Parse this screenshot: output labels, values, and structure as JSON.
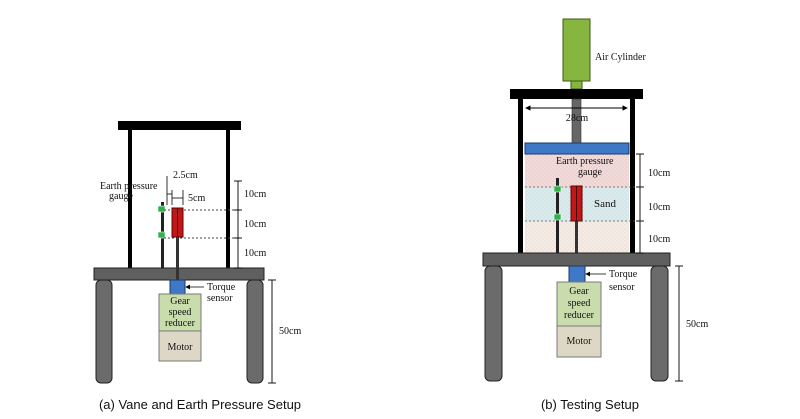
{
  "diagram_a": {
    "caption": "(a) Vane and Earth Pressure Setup",
    "earth_pressure_label_1": "Earth pressure",
    "earth_pressure_label_2": "gauge",
    "dim_gap": "2.5cm",
    "dim_vane": "5cm",
    "dim_layer_1": "10cm",
    "dim_layer_2": "10cm",
    "dim_layer_3": "10cm",
    "torque_label_1": "Torque",
    "torque_label_2": "sensor",
    "gear_label_1": "Gear",
    "gear_label_2": "speed",
    "gear_label_3": "reducer",
    "motor_label": "Motor",
    "leg_height": "50cm"
  },
  "diagram_b": {
    "caption": "(b) Testing Setup",
    "cylinder_label": "Air Cylinder",
    "width_label": "28cm",
    "earth_pressure_label_1": "Earth pressure",
    "earth_pressure_label_2": "gauge",
    "sand_label": "Sand",
    "dim_layer_1": "10cm",
    "dim_layer_2": "10cm",
    "dim_layer_3": "10cm",
    "torque_label_1": "Torque",
    "torque_label_2": "sensor",
    "gear_label_1": "Gear",
    "gear_label_2": "speed",
    "gear_label_3": "reducer",
    "motor_label": "Motor",
    "leg_height": "50cm"
  },
  "colors": {
    "frame": "#000000",
    "table": "#5f5f5f",
    "leg": "#6b6b6b",
    "sensor": "#3f78c4",
    "gear": "#c8dcac",
    "motor": "#ddd8c6",
    "vane": "#c01818",
    "gauge": "#2db34a",
    "cylinder": "#86b640",
    "lid": "#3f78c4",
    "layer_top": "#f2dada",
    "layer_mid": "#d9ecef",
    "layer_bottom": "#f5ece6"
  }
}
